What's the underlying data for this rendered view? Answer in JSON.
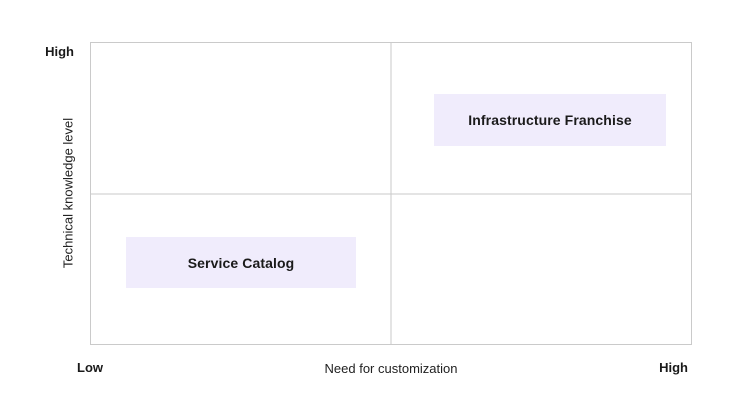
{
  "diagram": {
    "type": "quadrant-matrix",
    "y_axis": {
      "title": "Technical knowledge level",
      "high_label": "High",
      "low_label": "Low"
    },
    "x_axis": {
      "title": "Need for customization",
      "high_label": "High"
    },
    "items": [
      {
        "label": "Infrastructure Franchise",
        "quadrant": "top-right"
      },
      {
        "label": "Service Catalog",
        "quadrant": "bottom-left"
      }
    ],
    "colors": {
      "item_background": "#f0ecfc",
      "grid_line": "#cacaca",
      "label_text": "#1a1a1a",
      "background": "#ffffff"
    }
  }
}
